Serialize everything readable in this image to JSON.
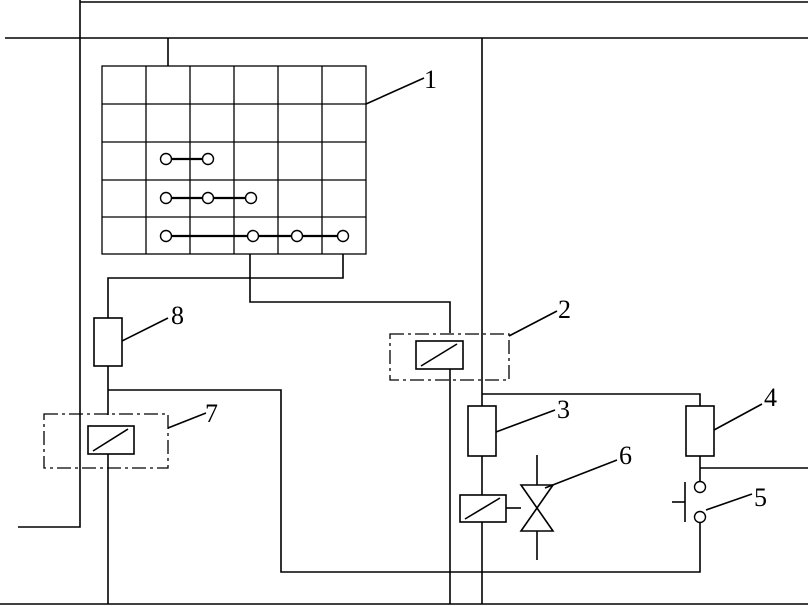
{
  "labels": {
    "c1": "1",
    "c2": "2",
    "c3": "3",
    "c4": "4",
    "c5": "5",
    "c6": "6",
    "c7": "7",
    "c8": "8"
  }
}
